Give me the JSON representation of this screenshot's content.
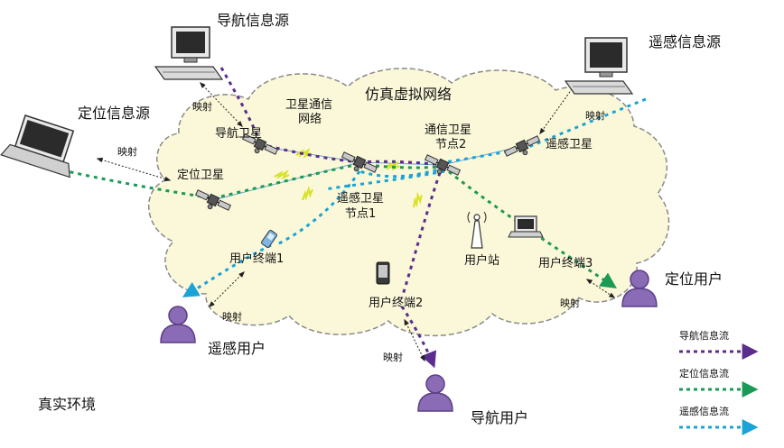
{
  "sources": {
    "navigation": "导航信息源",
    "positioning": "定位信息源",
    "remote_sensing": "遥感信息源"
  },
  "network": {
    "title": "仿真虚拟网络",
    "comm_network_line1": "卫星通信",
    "comm_network_line2": "网络"
  },
  "satellites": {
    "navigation": "导航卫星",
    "positioning": "定位卫星",
    "remote_sensing": "遥感卫星",
    "comm_node2_line1": "通信卫星",
    "comm_node2_line2": "节点2",
    "rs_node1_line1": "遥感卫星",
    "rs_node1_line2": "节点1"
  },
  "terminals": {
    "terminal1": "用户终端1",
    "terminal2": "用户终端2",
    "terminal3": "用户终端3",
    "station": "用户站"
  },
  "users": {
    "positioning": "定位用户",
    "remote_sensing": "遥感用户",
    "navigation": "导航用户"
  },
  "mapping_label": "映射",
  "environment": "真实环境",
  "legend": {
    "navigation_flow": "导航信息流",
    "positioning_flow": "定位信息流",
    "remote_sensing_flow": "遥感信息流"
  },
  "colors": {
    "navigation_flow": "#5b2d8c",
    "positioning_flow": "#1a9a55",
    "remote_sensing_flow": "#1aa3d6",
    "cloud_fill": "#fbf8d9",
    "user_fill": "#8a6bb5"
  }
}
